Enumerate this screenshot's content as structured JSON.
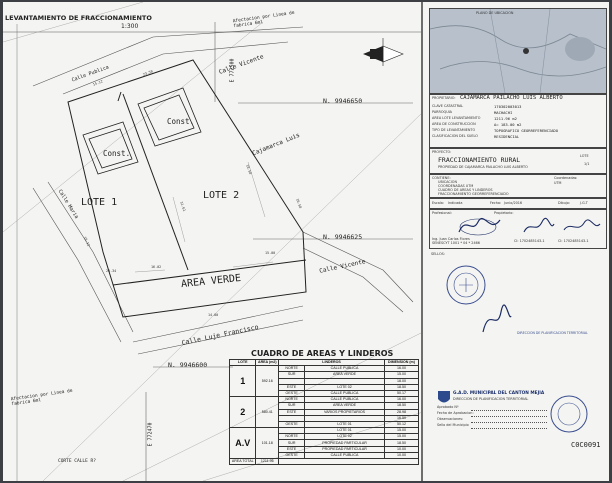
{
  "plan": {
    "title": "LEVANTAMIENTO DE FRACCIONAMIENTO",
    "scale": "1:300",
    "labels": {
      "afectacion_top": "Afectacion por Linea de\nfabrica 6ml",
      "afectacion_bottom": "Afectacion por Linea de\nfabrica 6ml",
      "calle_vicente_top": "Calle Vicente",
      "calle_vicente_right": "Calle Vicente",
      "cajamarca_luis": "Cajamarca Luis",
      "calle_luje": "Calle Luje Francisco",
      "calle_publica": "Calle Publica",
      "calle_maria": "Calle Maria",
      "lote1": "LOTE 1",
      "lote2": "LOTE 2",
      "area_verde": "AREA VERDE",
      "const1": "Const.",
      "const2": "Const."
    },
    "coords": {
      "e_top": "E 772500",
      "e_bottom": "E 772470",
      "n1": "N. 9946650",
      "n2": "N. 9946625",
      "n3": "N. 9946600"
    },
    "dimensions": [
      "23.50",
      "26.34",
      "16.02",
      "15.00",
      "16.58",
      "31.61",
      "18.58",
      "14.00",
      "15.12",
      "19.12"
    ],
    "bottom_label": "CORTE CALLE R?"
  },
  "table": {
    "title": "CUADRO DE AREAS Y LINDEROS",
    "headers": [
      "LOTE",
      "AREA (m2)",
      "LINDEROS",
      "DIMENSION (m)"
    ],
    "lotes": [
      {
        "lote": "1",
        "area": "592.16",
        "rows": [
          [
            "NORTE",
            "CALLE PUBLICA",
            "16.00"
          ],
          [
            "SUR",
            "AREA VERDE",
            "15.00"
          ],
          [
            "",
            "",
            "18.00"
          ],
          [
            "ESTE",
            "LOTE 02",
            "18.50"
          ],
          [
            "OESTE",
            "CALLE PUBLICA",
            "50.17"
          ]
        ]
      },
      {
        "lote": "2",
        "area": "580.41",
        "rows": [
          [
            "NORTE",
            "CALLE PUBLICA",
            "16.00"
          ],
          [
            "SUR",
            "AREA VERDE",
            "18.50"
          ],
          [
            "ESTE",
            "VARIOS PROPIETARIOS",
            "28.98"
          ],
          [
            "",
            "",
            "16.50"
          ],
          [
            "OESTE",
            "LOTE 01",
            "50.12"
          ]
        ]
      },
      {
        "lote": "A.V",
        "area": "101.18",
        "rows": [
          [
            "",
            "LOTE 01",
            "15.00"
          ],
          [
            "NORTE",
            "LOTE 02",
            "15.00"
          ],
          [
            "SUR",
            "PROPIEDAD PARTICULAR",
            "18.50"
          ],
          [
            "ESTE",
            "PROPIEDAD PARTICULAR",
            "10.00"
          ],
          [
            "OESTE",
            "CALLE PUBLICA",
            "10.00"
          ]
        ]
      }
    ],
    "area_total_label": "AREA TOTAL",
    "area_total": "1211.96"
  },
  "panel": {
    "map_caption": "PLANO DE UBICACION",
    "owner_label": "PROPIETARIO:",
    "owner": "CAJAMARCA PAILACHO LUIS ALBERTO",
    "info_rows": [
      [
        "CLAVE CATASTRAL",
        "170302003013"
      ],
      [
        "PARROQUIA",
        "MACHACHI"
      ],
      [
        "AREA LOTE LEVANTAMIENTO",
        "1211.96 m2"
      ],
      [
        "AREA DE CONSTRUCCION",
        "A= 183.00 m2"
      ],
      [
        "TIPO DE LEVANTAMIENTO",
        "TOPOGRAFICO GEORREFERENCIADO"
      ],
      [
        "CLASIFICACION DEL SUELO",
        "RESIDENCIAL"
      ]
    ],
    "project_label": "PROYECTO:",
    "project": "FRACCIONAMIENTO RURAL",
    "project_sub": "PROPIEDAD DE CAJAMARCA PAILACHO LUIS ALBERTO",
    "lote_label": "LOTE",
    "lote_value": "1/1",
    "content_label": "CONTIENE:",
    "content": [
      "UBICACION",
      "COORDENADAS UTM",
      "CUADRO DE AREAS Y LINDEROS",
      "FRACCIONAMIENTO GEORREFERENCIADO"
    ],
    "coords_label": "Coordenadas:",
    "coords_value": "UTM",
    "scale_label": "Escala:",
    "scale_value": "Indicada",
    "date_label": "Fecha:",
    "date_value": "Junio/2016",
    "sheet_label": "Dibujo:",
    "sheet_value": "J.G.T",
    "prof_label": "Profesional:",
    "owner2_label": "Propietario:",
    "sig1_name": "Ing. Juan Carlos Flores",
    "sig1_reg": "SENESCYT 1001 * 04 * 2466",
    "sig2_name": "CI: 1702485143-1",
    "sig3_name": "CI: 1702485143-1",
    "sellos_label": "SELLOS:",
    "municipio": "G.A.D. MUNICIPAL DEL CANTON MEJIA",
    "municipio_sub": "DIRECCION DE PLANIFICACION TERRITORIAL",
    "approved": "DIRECCION DE PLANIFICACION TERRITORIAL",
    "stamp_lines": [
      "Aprobado Nº",
      "Fecha de Aprobacion:",
      "Observaciones:",
      "Sello del Municipio"
    ],
    "doc_number": "C0C0091"
  }
}
